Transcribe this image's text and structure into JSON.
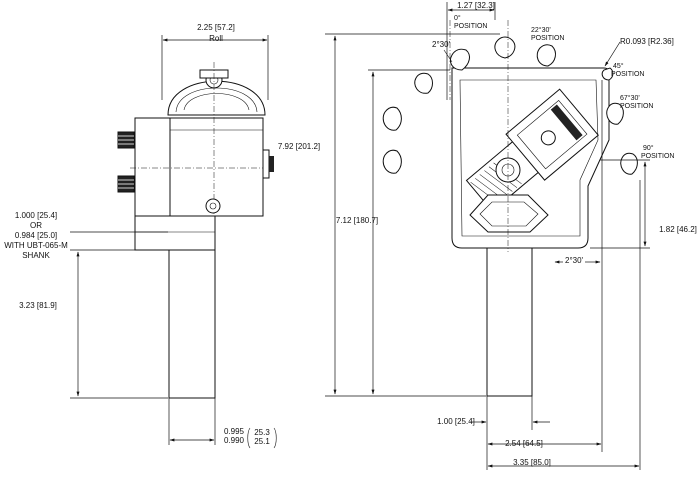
{
  "left_view": {
    "roll_dim": "2.25 [57.2]",
    "roll_label": "Roll",
    "shank_dim_1": "1.000 [25.4]",
    "shank_or": "OR",
    "shank_dim_2": "0.984 [25.0]",
    "shank_note_1": "WITH UBT-065-M",
    "shank_note_2": "SHANK",
    "length_dim": "3.23 [81.9]",
    "width_dim_1": "0.995",
    "width_dim_2": "0.990",
    "width_dim_1_mm": "25.3",
    "width_dim_2_mm": "25.1"
  },
  "right_view": {
    "top_dim": "1.27 [32.3]",
    "pos_0_a": "0°",
    "pos_0_b": "POSITION",
    "pos_22_a": "22°30'",
    "pos_22_b": "POSITION",
    "pos_45_a": "45°",
    "pos_45_b": "POSITION",
    "pos_67_a": "67°30'",
    "pos_67_b": "POSITION",
    "pos_90_a": "90°",
    "pos_90_b": "POSITION",
    "angle_top": "2°30'",
    "angle_bottom": "2°30'",
    "radius_dim": "R0.093 [R2.36]",
    "overall_height": "7.92 [201.2]",
    "head_height": "7.12 [180.7]",
    "side_height": "1.82 [46.2]",
    "shank_width": "1.00 [25.4]",
    "offset_dim": "2.54 [64.5]",
    "overall_width": "3.35 [85.0]"
  }
}
